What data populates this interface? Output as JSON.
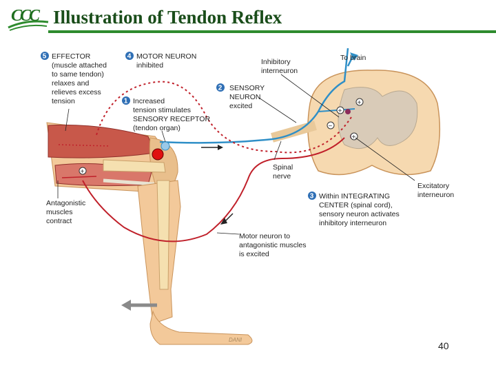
{
  "title": "Illustration of Tendon Reflex",
  "logo": {
    "text": "CCC"
  },
  "colors": {
    "title_text": "#1a4d1a",
    "rule": "#2e8b2e",
    "step_badge": "#2f6fb5",
    "sensory_neuron": "#2f8fc7",
    "motor_neuron": "#c0202a",
    "muscle": "#c8584a",
    "skin": "#f3c99a"
  },
  "steps": [
    {
      "number": "1",
      "lines": [
        "Increased",
        "tension stimulates",
        "SENSORY RECEPTOR",
        "(tendon organ)"
      ]
    },
    {
      "number": "2",
      "lines": [
        "SENSORY",
        "NEURON",
        "excited"
      ]
    },
    {
      "number": "3",
      "lines": [
        "Within INTEGRATING",
        "CENTER (spinal cord),",
        "sensory neuron activates",
        "inhibitory interneuron"
      ]
    },
    {
      "number": "4",
      "lines": [
        "MOTOR NEURON",
        "inhibited"
      ]
    },
    {
      "number": "5",
      "lines": [
        "EFFECTOR",
        "(muscle attached",
        "to same tendon)",
        "relaxes and",
        "relieves excess",
        "tension"
      ]
    }
  ],
  "labels": {
    "inhibitory_interneuron": [
      "Inhibitory",
      "interneuron"
    ],
    "to_brain": "To brain",
    "spinal_nerve": [
      "Spinal",
      "nerve"
    ],
    "excitatory_interneuron": [
      "Excitatory",
      "interneuron"
    ],
    "antagonistic_muscles": [
      "Antagonistic",
      "muscles",
      "contract"
    ],
    "motor_neuron_antagonistic": [
      "Motor neuron to",
      "antagonistic muscles",
      "is excited"
    ]
  },
  "signs": {
    "plus": "+",
    "minus": "−"
  },
  "artist_signature": "DANI",
  "page_number": "40"
}
